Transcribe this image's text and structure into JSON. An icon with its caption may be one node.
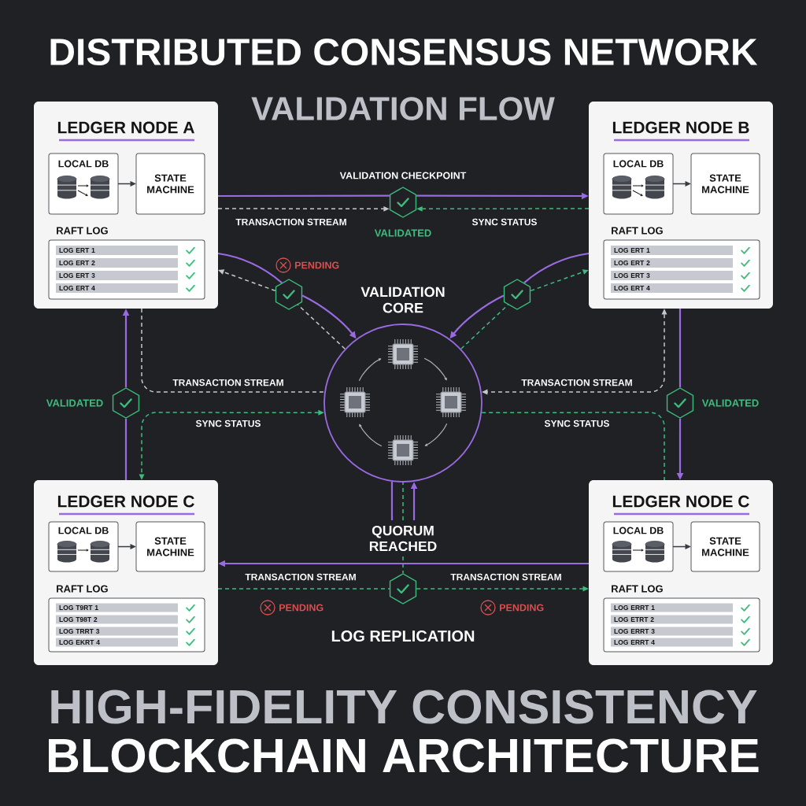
{
  "diagram": {
    "title": "DISTRIBUTED CONSENSUS NETWORK",
    "nodes": [
      {
        "text": [
          "LEDGER NODE A"
        ]
      },
      {
        "text": [
          "LOCAL DB"
        ],
        "in": 0
      },
      {
        "text": [
          "STATE MACHINE"
        ],
        "in": 0
      },
      {
        "text": [
          "RAFT LOG"
        ],
        "in": 0
      },
      {
        "text": [
          "LOG ERT 1"
        ],
        "in": 3
      },
      {
        "text": [
          "LOG ERT 2"
        ],
        "in": 3
      },
      {
        "text": [
          "LOG ERT 3"
        ],
        "in": 3
      },
      {
        "text": [
          "LOG ERT 4"
        ],
        "in": 3
      },
      {
        "text": [
          "LEDGER NODE B"
        ]
      },
      {
        "text": [
          "LOCAL DB"
        ],
        "in": 8
      },
      {
        "text": [
          "STATE MACHINE"
        ],
        "in": 8
      },
      {
        "text": [
          "RAFT LOG"
        ],
        "in": 8
      },
      {
        "text": [
          "LOG ERT 1"
        ],
        "in": 11
      },
      {
        "text": [
          "LOG ERT 2"
        ],
        "in": 11
      },
      {
        "text": [
          "LOG ERT 3"
        ],
        "in": 11
      },
      {
        "text": [
          "LOG ERT 4"
        ],
        "in": 11
      },
      {
        "text": [],
        "shape": "hexagon",
        "beside": [
          "VALIDATION CHECKPOINT",
          "VALIDATED"
        ]
      },
      {
        "text": [],
        "shape": "hexagon"
      },
      {
        "text": [],
        "shape": "hexagon"
      },
      {
        "text": [
          "VALIDATION CORE"
        ]
      },
      {
        "text": [],
        "shape": "hexagon",
        "beside": [
          "VALIDATED"
        ]
      },
      {
        "text": [],
        "shape": "hexagon",
        "beside": [
          "VALIDATED"
        ]
      },
      {
        "text": [
          "LEDGER NODE C"
        ]
      },
      {
        "text": [
          "LOCAL DB"
        ],
        "in": 22
      },
      {
        "text": [
          "STATE MACHINE"
        ],
        "in": 22
      },
      {
        "text": [
          "RAFT LOG"
        ],
        "in": 22
      },
      {
        "text": [
          "LOG T9RT 1"
        ],
        "in": 25
      },
      {
        "text": [
          "LOG T98T 2"
        ],
        "in": 25
      },
      {
        "text": [
          "LOG TRRT 3"
        ],
        "in": 25
      },
      {
        "text": [
          "LOG EKRT 4"
        ],
        "in": 25
      },
      {
        "text": [
          "LEDGER NODE C"
        ]
      },
      {
        "text": [
          "LOCAL DB"
        ],
        "in": 30
      },
      {
        "text": [
          "STATE MACHINE"
        ],
        "in": 30
      },
      {
        "text": [
          "RAFT LOG"
        ],
        "in": 30
      },
      {
        "text": [
          "LOG ERRT 1"
        ],
        "in": 33
      },
      {
        "text": [
          "LOG ETRT 2"
        ],
        "in": 33
      },
      {
        "text": [
          "LOG ERRT 3"
        ],
        "in": 33
      },
      {
        "text": [
          "LOG ERRT 4"
        ],
        "in": 33
      },
      {
        "text": [
          "QUORUM REACHED"
        ]
      },
      {
        "text": [],
        "shape": "hexagon"
      }
    ],
    "edges": [
      {
        "from": 0,
        "to": 16,
        "arrow": "none"
      },
      {
        "from": 16,
        "to": 8,
        "arrow": "to"
      },
      {
        "from": 0,
        "to": 16,
        "arrow": "to",
        "label": "TRANSACTION STREAM",
        "style": "dashed",
        "color": "#c5c8ce"
      },
      {
        "from": 8,
        "to": 16,
        "arrow": "to",
        "label": "SYNC STATUS",
        "style": "dashed",
        "color": "#3dbd7d"
      },
      {
        "from": 0,
        "to": 17,
        "arrow": "none"
      },
      {
        "from": 17,
        "to": 19,
        "arrow": "to"
      },
      {
        "from": 19,
        "to": 17,
        "arrow": "none",
        "style": "dashed",
        "color": "#c5c8ce"
      },
      {
        "from": 17,
        "to": 0,
        "arrow": "to",
        "style": "dashed",
        "color": "#c5c8ce"
      },
      {
        "from": 8,
        "to": 18,
        "arrow": "none"
      },
      {
        "from": 18,
        "to": 19,
        "arrow": "to"
      },
      {
        "from": 19,
        "to": 18,
        "arrow": "none",
        "style": "dashed",
        "color": "#3dbd7d"
      },
      {
        "from": 18,
        "to": 8,
        "arrow": "to",
        "style": "dashed",
        "color": "#3dbd7d"
      },
      {
        "from": 22,
        "to": 20,
        "arrow": "none"
      },
      {
        "from": 20,
        "to": 0,
        "arrow": "to"
      },
      {
        "from": 0,
        "to": 19,
        "arrow": "none",
        "label": "TRANSACTION STREAM",
        "style": "dashed",
        "color": "#c5c8ce"
      },
      {
        "from": 19,
        "to": 22,
        "arrow": "both",
        "label": "SYNC STATUS",
        "style": "dashed",
        "color": "#3dbd7d"
      },
      {
        "from": 8,
        "to": 21,
        "arrow": "none"
      },
      {
        "from": 21,
        "to": 30,
        "arrow": "to"
      },
      {
        "from": 8,
        "to": 19,
        "arrow": "both",
        "label": "TRANSACTION STREAM",
        "style": "dashed",
        "color": "#c5c8ce"
      },
      {
        "from": 19,
        "to": 30,
        "arrow": "none",
        "label": "SYNC STATUS",
        "style": "dashed",
        "color": "#3dbd7d"
      },
      {
        "from": 38,
        "to": 19,
        "arrow": "none"
      },
      {
        "from": 38,
        "to": 19,
        "arrow": "none",
        "style": "dashed",
        "color": "#3dbd7d"
      },
      {
        "from": 38,
        "to": 19,
        "arrow": "to"
      },
      {
        "from": 38,
        "to": 39,
        "arrow": "none",
        "style": "dashed",
        "color": "#3dbd7d"
      },
      {
        "from": 30,
        "to": 22,
        "arrow": "to"
      },
      {
        "from": 22,
        "to": 39,
        "arrow": "none",
        "label": "TRANSACTION STREAM",
        "style": "dashed",
        "color": "#3dbd7d"
      },
      {
        "from": 39,
        "to": 30,
        "arrow": "to",
        "label": "TRANSACTION STREAM",
        "style": "dashed",
        "color": "#3dbd7d"
      },
      {
        "from": 1,
        "to": 2,
        "arrow": "to",
        "color": "#3a3c42"
      },
      {
        "from": 9,
        "to": 10,
        "arrow": "to",
        "color": "#3a3c42"
      },
      {
        "from": 23,
        "to": 24,
        "arrow": "to",
        "color": "#3a3c42"
      },
      {
        "from": 31,
        "to": 32,
        "arrow": "to",
        "color": "#3a3c42"
      }
    ],
    "labels": [
      "VALIDATION FLOW",
      "PENDING",
      "PENDING",
      "PENDING",
      "LOG REPLICATION",
      "HIGH-FIDELITY CONSISTENCY",
      "BLOCKCHAIN ARCHITECTURE"
    ]
  }
}
